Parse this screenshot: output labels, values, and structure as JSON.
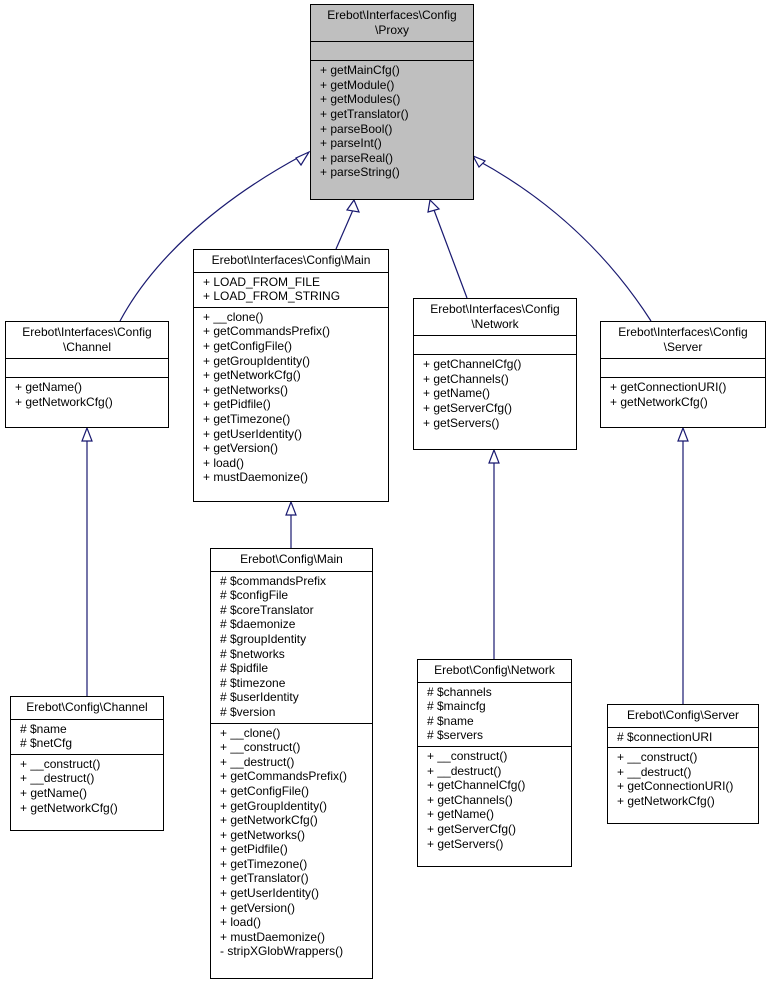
{
  "diagram": {
    "colors": {
      "edge": "#191970",
      "root_fill": "#bfbfbf",
      "node_fill": "#ffffff",
      "border": "#000000"
    },
    "nodes": {
      "proxy": {
        "title": [
          "Erebot\\Interfaces\\Config",
          "\\Proxy"
        ],
        "attributes": [],
        "methods": [
          "+ getMainCfg()",
          "+ getModule()",
          "+ getModules()",
          "+ getTranslator()",
          "+ parseBool()",
          "+ parseInt()",
          "+ parseReal()",
          "+ parseString()"
        ]
      },
      "ichannel": {
        "title": [
          "Erebot\\Interfaces\\Config",
          "\\Channel"
        ],
        "attributes": [],
        "methods": [
          "+ getName()",
          "+ getNetworkCfg()"
        ]
      },
      "imain": {
        "title": [
          "Erebot\\Interfaces\\Config\\Main"
        ],
        "attributes": [
          "+ LOAD_FROM_FILE",
          "+ LOAD_FROM_STRING"
        ],
        "methods": [
          "+ __clone()",
          "+ getCommandsPrefix()",
          "+ getConfigFile()",
          "+ getGroupIdentity()",
          "+ getNetworkCfg()",
          "+ getNetworks()",
          "+ getPidfile()",
          "+ getTimezone()",
          "+ getUserIdentity()",
          "+ getVersion()",
          "+ load()",
          "+ mustDaemonize()"
        ]
      },
      "inetwork": {
        "title": [
          "Erebot\\Interfaces\\Config",
          "\\Network"
        ],
        "attributes": [],
        "methods": [
          "+ getChannelCfg()",
          "+ getChannels()",
          "+ getName()",
          "+ getServerCfg()",
          "+ getServers()"
        ]
      },
      "iserver": {
        "title": [
          "Erebot\\Interfaces\\Config",
          "\\Server"
        ],
        "attributes": [],
        "methods": [
          "+ getConnectionURI()",
          "+ getNetworkCfg()"
        ]
      },
      "cmain": {
        "title": [
          "Erebot\\Config\\Main"
        ],
        "attributes": [
          "# $commandsPrefix",
          "# $configFile",
          "# $coreTranslator",
          "# $daemonize",
          "# $groupIdentity",
          "# $networks",
          "# $pidfile",
          "# $timezone",
          "# $userIdentity",
          "# $version"
        ],
        "methods": [
          "+ __clone()",
          "+ __construct()",
          "+ __destruct()",
          "+ getCommandsPrefix()",
          "+ getConfigFile()",
          "+ getGroupIdentity()",
          "+ getNetworkCfg()",
          "+ getNetworks()",
          "+ getPidfile()",
          "+ getTimezone()",
          "+ getTranslator()",
          "+ getUserIdentity()",
          "+ getVersion()",
          "+ load()",
          "+ mustDaemonize()",
          "- stripXGlobWrappers()"
        ]
      },
      "cchannel": {
        "title": [
          "Erebot\\Config\\Channel"
        ],
        "attributes": [
          "# $name",
          "# $netCfg"
        ],
        "methods": [
          "+ __construct()",
          "+ __destruct()",
          "+ getName()",
          "+ getNetworkCfg()"
        ]
      },
      "cnetwork": {
        "title": [
          "Erebot\\Config\\Network"
        ],
        "attributes": [
          "# $channels",
          "# $maincfg",
          "# $name",
          "# $servers"
        ],
        "methods": [
          "+ __construct()",
          "+ __destruct()",
          "+ getChannelCfg()",
          "+ getChannels()",
          "+ getName()",
          "+ getServerCfg()",
          "+ getServers()"
        ]
      },
      "cserver": {
        "title": [
          "Erebot\\Config\\Server"
        ],
        "attributes": [
          "# $connectionURI"
        ],
        "methods": [
          "+ __construct()",
          "+ __destruct()",
          "+ getConnectionURI()",
          "+ getNetworkCfg()"
        ]
      }
    }
  }
}
